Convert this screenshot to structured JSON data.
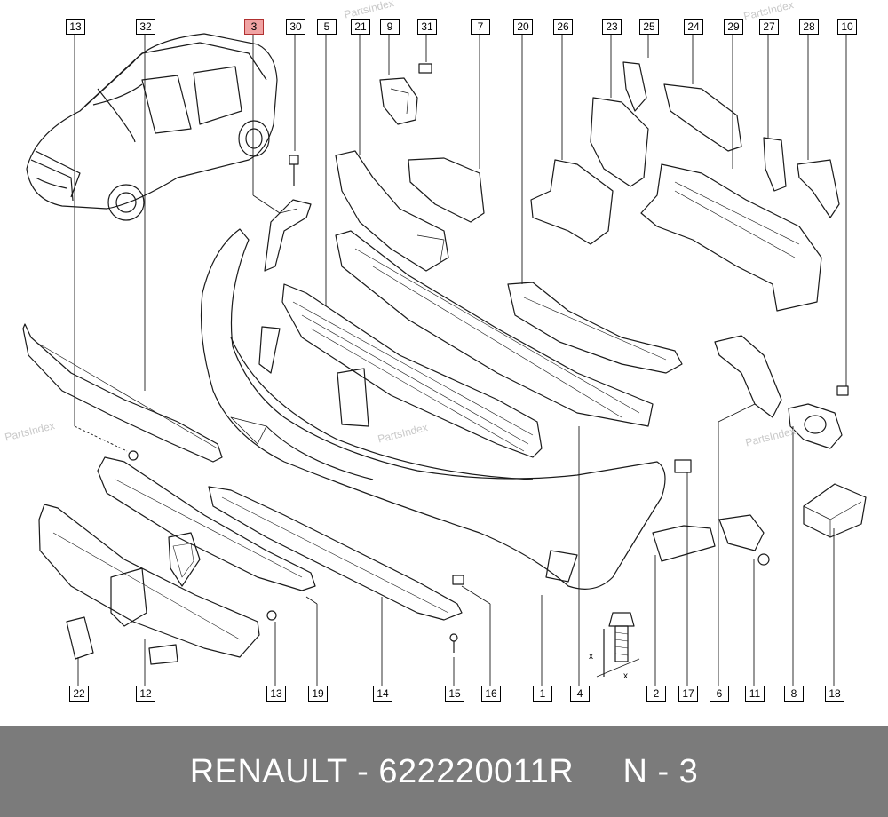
{
  "callouts": {
    "top": [
      "13",
      "32",
      "3",
      "30",
      "5",
      "21",
      "9",
      "31",
      "7",
      "20",
      "26",
      "23",
      "25",
      "24",
      "29",
      "27",
      "28",
      "10"
    ],
    "bottom": [
      "22",
      "12",
      "13",
      "19",
      "14",
      "15",
      "16",
      "1",
      "4",
      "2",
      "17",
      "6",
      "11",
      "8",
      "18"
    ],
    "highlighted": "3"
  },
  "watermark": "PartsIndex",
  "dimension_marks": {
    "x1": "x",
    "x2": "x"
  },
  "footer": {
    "brand": "RENAULT",
    "separator1": " - ",
    "part_number": "622220011R",
    "gap": "     ",
    "position": "N - 3"
  },
  "colors": {
    "highlight": "#f0a3a3",
    "footer_bg": "#7b7b7b",
    "line": "#1a1a1a"
  }
}
